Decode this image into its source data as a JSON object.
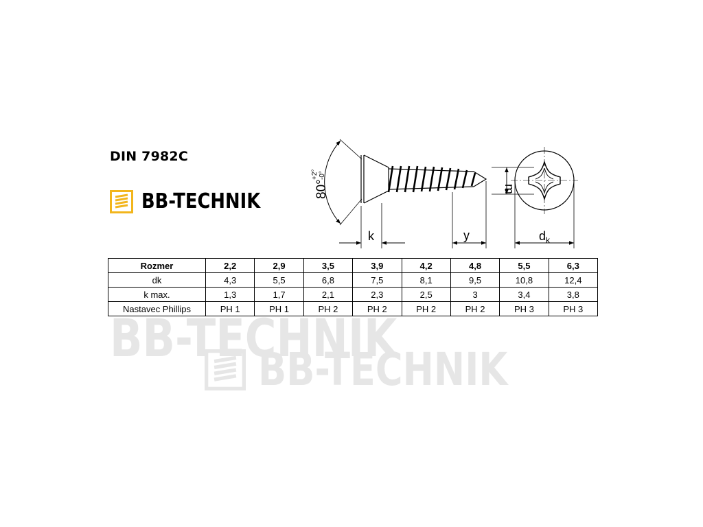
{
  "document": {
    "title": "DIN 7982C",
    "brand": {
      "name": "BB-TECHNIK",
      "color": "#f2b51c",
      "icon": "logo-icon"
    }
  },
  "drawing": {
    "angle_label": "80°",
    "angle_tol_upper": "+2°",
    "angle_tol_lower": "-0°",
    "dim_k": "k",
    "dim_y": "y",
    "dim_m": "m",
    "dim_dk": "d",
    "dim_dk_sub": "k"
  },
  "table": {
    "rows": [
      {
        "label": "Rozmer",
        "values": [
          "2,2",
          "2,9",
          "3,5",
          "3,9",
          "4,2",
          "4,8",
          "5,5",
          "6,3"
        ]
      },
      {
        "label": "dk",
        "values": [
          "4,3",
          "5,5",
          "6,8",
          "7,5",
          "8,1",
          "9,5",
          "10,8",
          "12,4"
        ]
      },
      {
        "label": "k max.",
        "values": [
          "1,3",
          "1,7",
          "2,1",
          "2,3",
          "2,5",
          "3",
          "3,4",
          "3,8"
        ]
      },
      {
        "label": "Nastavec Phillips",
        "values": [
          "PH 1",
          "PH 1",
          "PH 2",
          "PH 2",
          "PH 2",
          "PH 2",
          "PH 3",
          "PH 3"
        ]
      }
    ]
  },
  "watermark": {
    "text": "BB-TECHNIK",
    "color": "#e6e6e6"
  }
}
